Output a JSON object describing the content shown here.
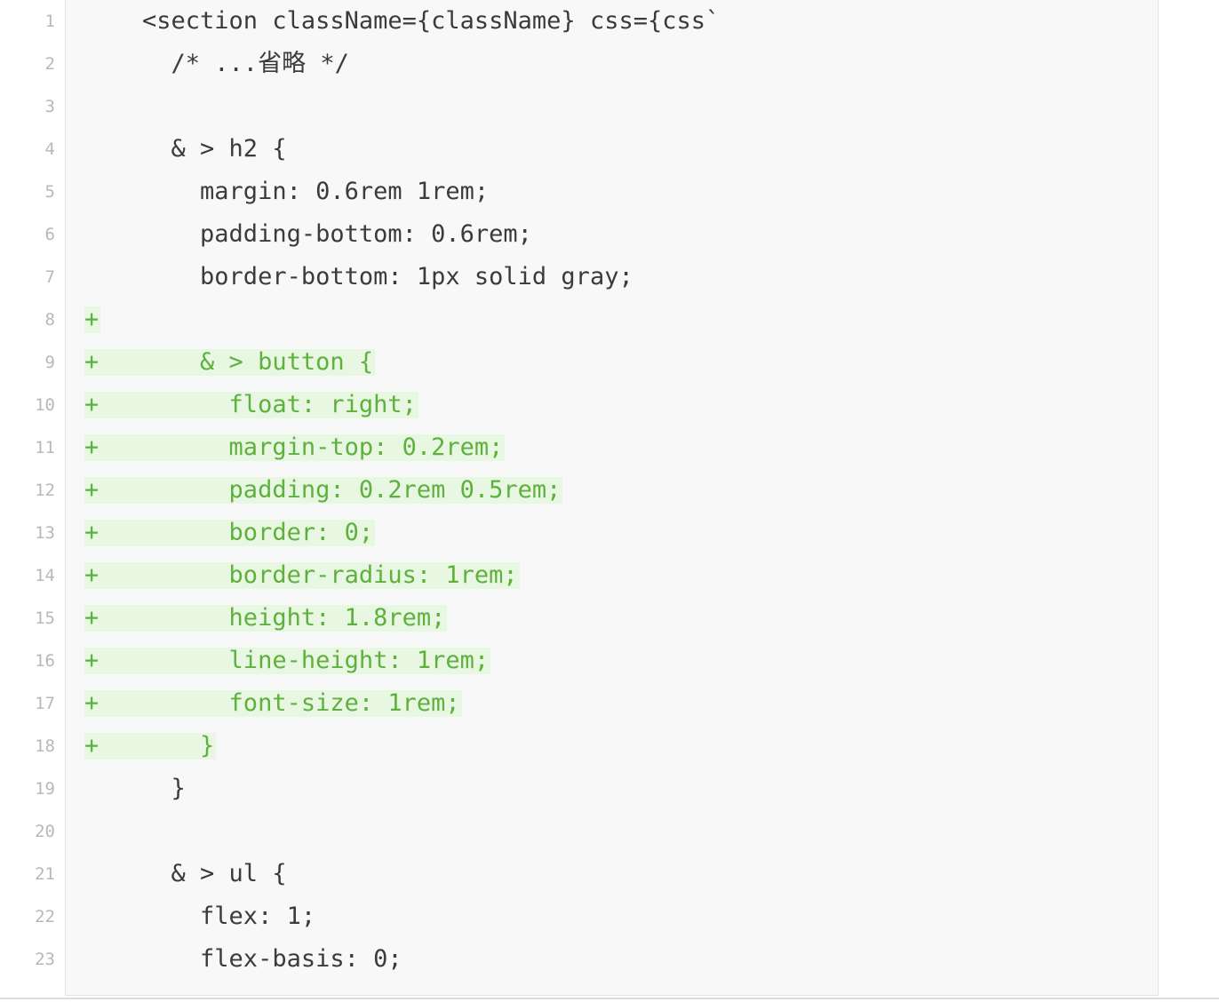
{
  "colors": {
    "added_text": "#5fb03e",
    "added_background": "#e8f7e1",
    "code_text": "#3b3b3b",
    "line_number": "#b8b8b8",
    "panel_background": "#f8f8f8"
  },
  "lines": [
    {
      "n": "1",
      "text": "    <section className={className} css={css`",
      "added": false
    },
    {
      "n": "2",
      "text": "      /* ...省略 */",
      "added": false
    },
    {
      "n": "3",
      "text": "",
      "added": false
    },
    {
      "n": "4",
      "text": "      & > h2 {",
      "added": false
    },
    {
      "n": "5",
      "text": "        margin: 0.6rem 1rem;",
      "added": false
    },
    {
      "n": "6",
      "text": "        padding-bottom: 0.6rem;",
      "added": false
    },
    {
      "n": "7",
      "text": "        border-bottom: 1px solid gray;",
      "added": false
    },
    {
      "n": "8",
      "text": "+",
      "added": true
    },
    {
      "n": "9",
      "text": "+       & > button {",
      "added": true
    },
    {
      "n": "10",
      "text": "+         float: right;",
      "added": true
    },
    {
      "n": "11",
      "text": "+         margin-top: 0.2rem;",
      "added": true
    },
    {
      "n": "12",
      "text": "+         padding: 0.2rem 0.5rem;",
      "added": true
    },
    {
      "n": "13",
      "text": "+         border: 0;",
      "added": true
    },
    {
      "n": "14",
      "text": "+         border-radius: 1rem;",
      "added": true
    },
    {
      "n": "15",
      "text": "+         height: 1.8rem;",
      "added": true
    },
    {
      "n": "16",
      "text": "+         line-height: 1rem;",
      "added": true
    },
    {
      "n": "17",
      "text": "+         font-size: 1rem;",
      "added": true
    },
    {
      "n": "18",
      "text": "+       }",
      "added": true
    },
    {
      "n": "19",
      "text": "      }",
      "added": false
    },
    {
      "n": "20",
      "text": "",
      "added": false
    },
    {
      "n": "21",
      "text": "      & > ul {",
      "added": false
    },
    {
      "n": "22",
      "text": "        flex: 1;",
      "added": false
    },
    {
      "n": "23",
      "text": "        flex-basis: 0;",
      "added": false
    }
  ]
}
